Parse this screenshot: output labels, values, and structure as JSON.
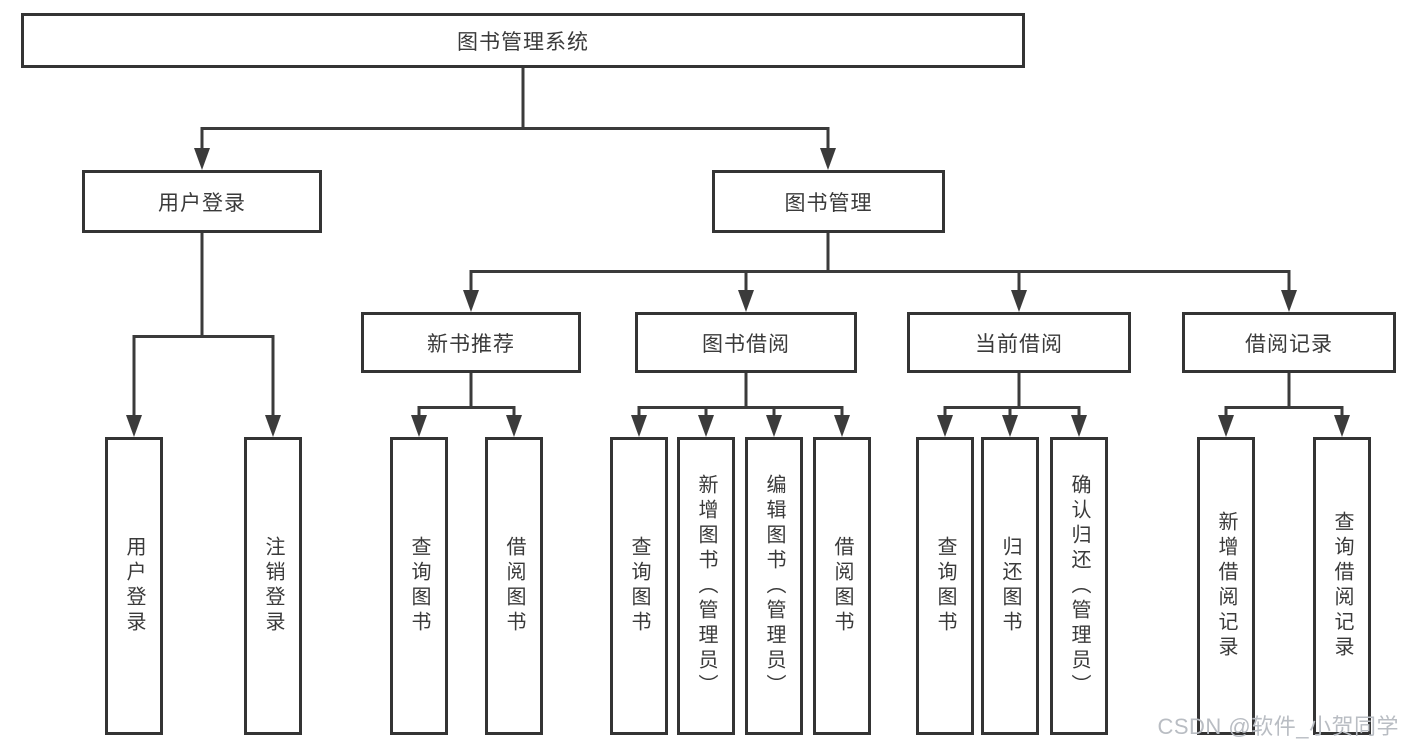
{
  "diagram": {
    "root": {
      "label": "图书管理系统"
    },
    "level2": [
      {
        "label": "用户登录"
      },
      {
        "label": "图书管理"
      }
    ],
    "level3": [
      {
        "label": "新书推荐"
      },
      {
        "label": "图书借阅"
      },
      {
        "label": "当前借阅"
      },
      {
        "label": "借阅记录"
      }
    ],
    "leaves": [
      {
        "label": "用户登录"
      },
      {
        "label": "注销登录"
      },
      {
        "label": "查询图书"
      },
      {
        "label": "借阅图书"
      },
      {
        "label": "查询图书"
      },
      {
        "label": "新增图书（管理员）"
      },
      {
        "label": "编辑图书（管理员）"
      },
      {
        "label": "借阅图书"
      },
      {
        "label": "查询图书"
      },
      {
        "label": "归还图书"
      },
      {
        "label": "确认归还（管理员）"
      },
      {
        "label": "新增借阅记录"
      },
      {
        "label": "查询借阅记录"
      }
    ],
    "watermark": {
      "text": "CSDN @软件_小贺同学"
    },
    "colors": {
      "line": "#3b3b3b",
      "border": "#343434",
      "text": "#3a3a3a",
      "watermark": "#b9bdc3",
      "background": "#ffffff"
    }
  }
}
